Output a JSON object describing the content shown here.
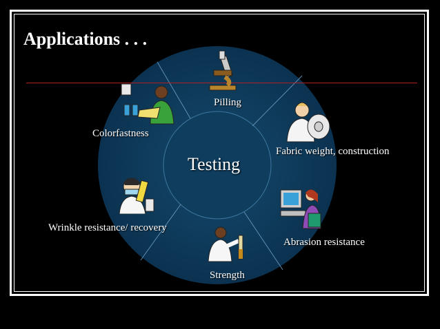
{
  "slide": {
    "title": "Applications . . .",
    "center": "Testing",
    "segments": [
      {
        "label": "Pilling",
        "icon": "microscope-icon"
      },
      {
        "label": "Fabric weight, construction",
        "icon": "fabric-roll-icon"
      },
      {
        "label": "Abrasion resistance",
        "icon": "computer-user-icon"
      },
      {
        "label": "Strength",
        "icon": "scientist-test-tube-icon"
      },
      {
        "label": "Wrinkle resistance/ recovery",
        "icon": "lab-worker-icon"
      },
      {
        "label": "Colorfastness",
        "icon": "chemist-beakers-icon"
      }
    ]
  },
  "colors": {
    "background": "#000000",
    "circle": "#0d3a58",
    "rule": "#b32020",
    "text": "#ffffff"
  }
}
